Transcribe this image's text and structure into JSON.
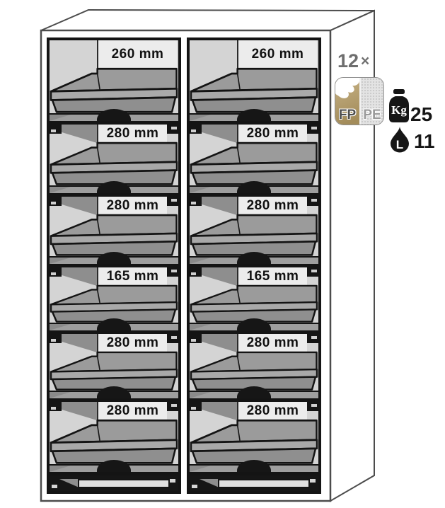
{
  "cabinet": {
    "columns": [
      {
        "trays": [
          {
            "label": "260 mm"
          },
          {
            "label": "280 mm"
          },
          {
            "label": "280 mm"
          },
          {
            "label": "165 mm"
          },
          {
            "label": "280 mm"
          },
          {
            "label": "280 mm"
          }
        ]
      },
      {
        "trays": [
          {
            "label": "260 mm"
          },
          {
            "label": "280 mm"
          },
          {
            "label": "280 mm"
          },
          {
            "label": "165 mm"
          },
          {
            "label": "280 mm"
          },
          {
            "label": "280 mm"
          }
        ]
      }
    ]
  },
  "legend": {
    "count": "12",
    "multiplier": "×",
    "material_badge": {
      "left": "FP",
      "right": "PE"
    },
    "capacity": {
      "unit": "Kg",
      "value": "25"
    },
    "volume": {
      "unit": "L",
      "value": "11"
    }
  },
  "colors": {
    "tray_gray": "#9b9b9b",
    "tray_rim": "#a9a9a9",
    "tray_front": "#8f8f8f",
    "compartment_bg": "#d4d4d4",
    "label_panel": "#ececec",
    "outline_black": "#141414",
    "cabinet_outline": "#4c4c4c",
    "count_gray": "#6e6e6e",
    "fp_tan": "#ac9564"
  }
}
